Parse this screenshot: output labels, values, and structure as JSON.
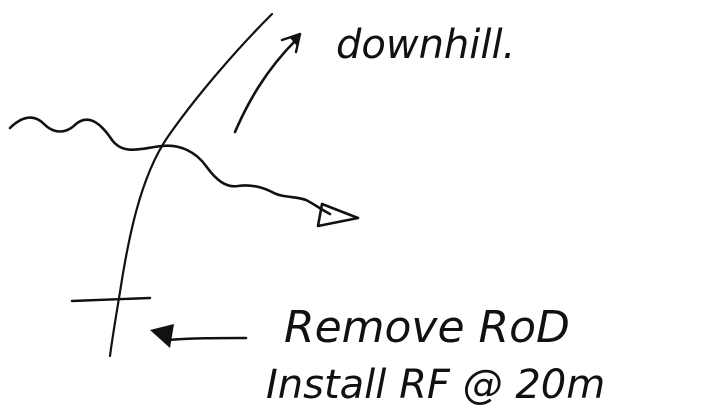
{
  "labels": {
    "downhill": "downhill.",
    "remove": "Remove RoD",
    "install": "Install RF @ 20m"
  },
  "colors": {
    "ink": "#111111",
    "paper": "#ffffff"
  }
}
